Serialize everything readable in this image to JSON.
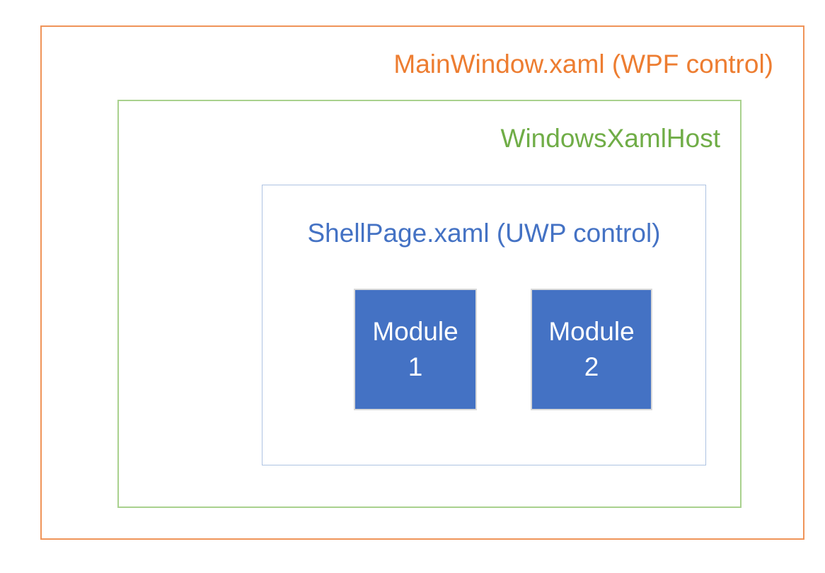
{
  "diagram": {
    "outer_box": {
      "label": "MainWindow.xaml (WPF control)",
      "border_color": "#EF9459",
      "text_color": "#ED7D31"
    },
    "host_box": {
      "label": "WindowsXamlHost",
      "border_color": "#A9D18E",
      "text_color": "#70AD47"
    },
    "shell_box": {
      "label": "ShellPage.xaml (UWP control)",
      "border_color": "#AEC3E2",
      "text_color": "#4472C4"
    },
    "modules": [
      {
        "name": "Module",
        "number": "1"
      },
      {
        "name": "Module",
        "number": "2"
      }
    ],
    "module_style": {
      "fill_color": "#4472C4",
      "border_color": "#D9D9D9",
      "text_color": "#FFFFFF"
    },
    "background_color": "#FFFFFF"
  }
}
